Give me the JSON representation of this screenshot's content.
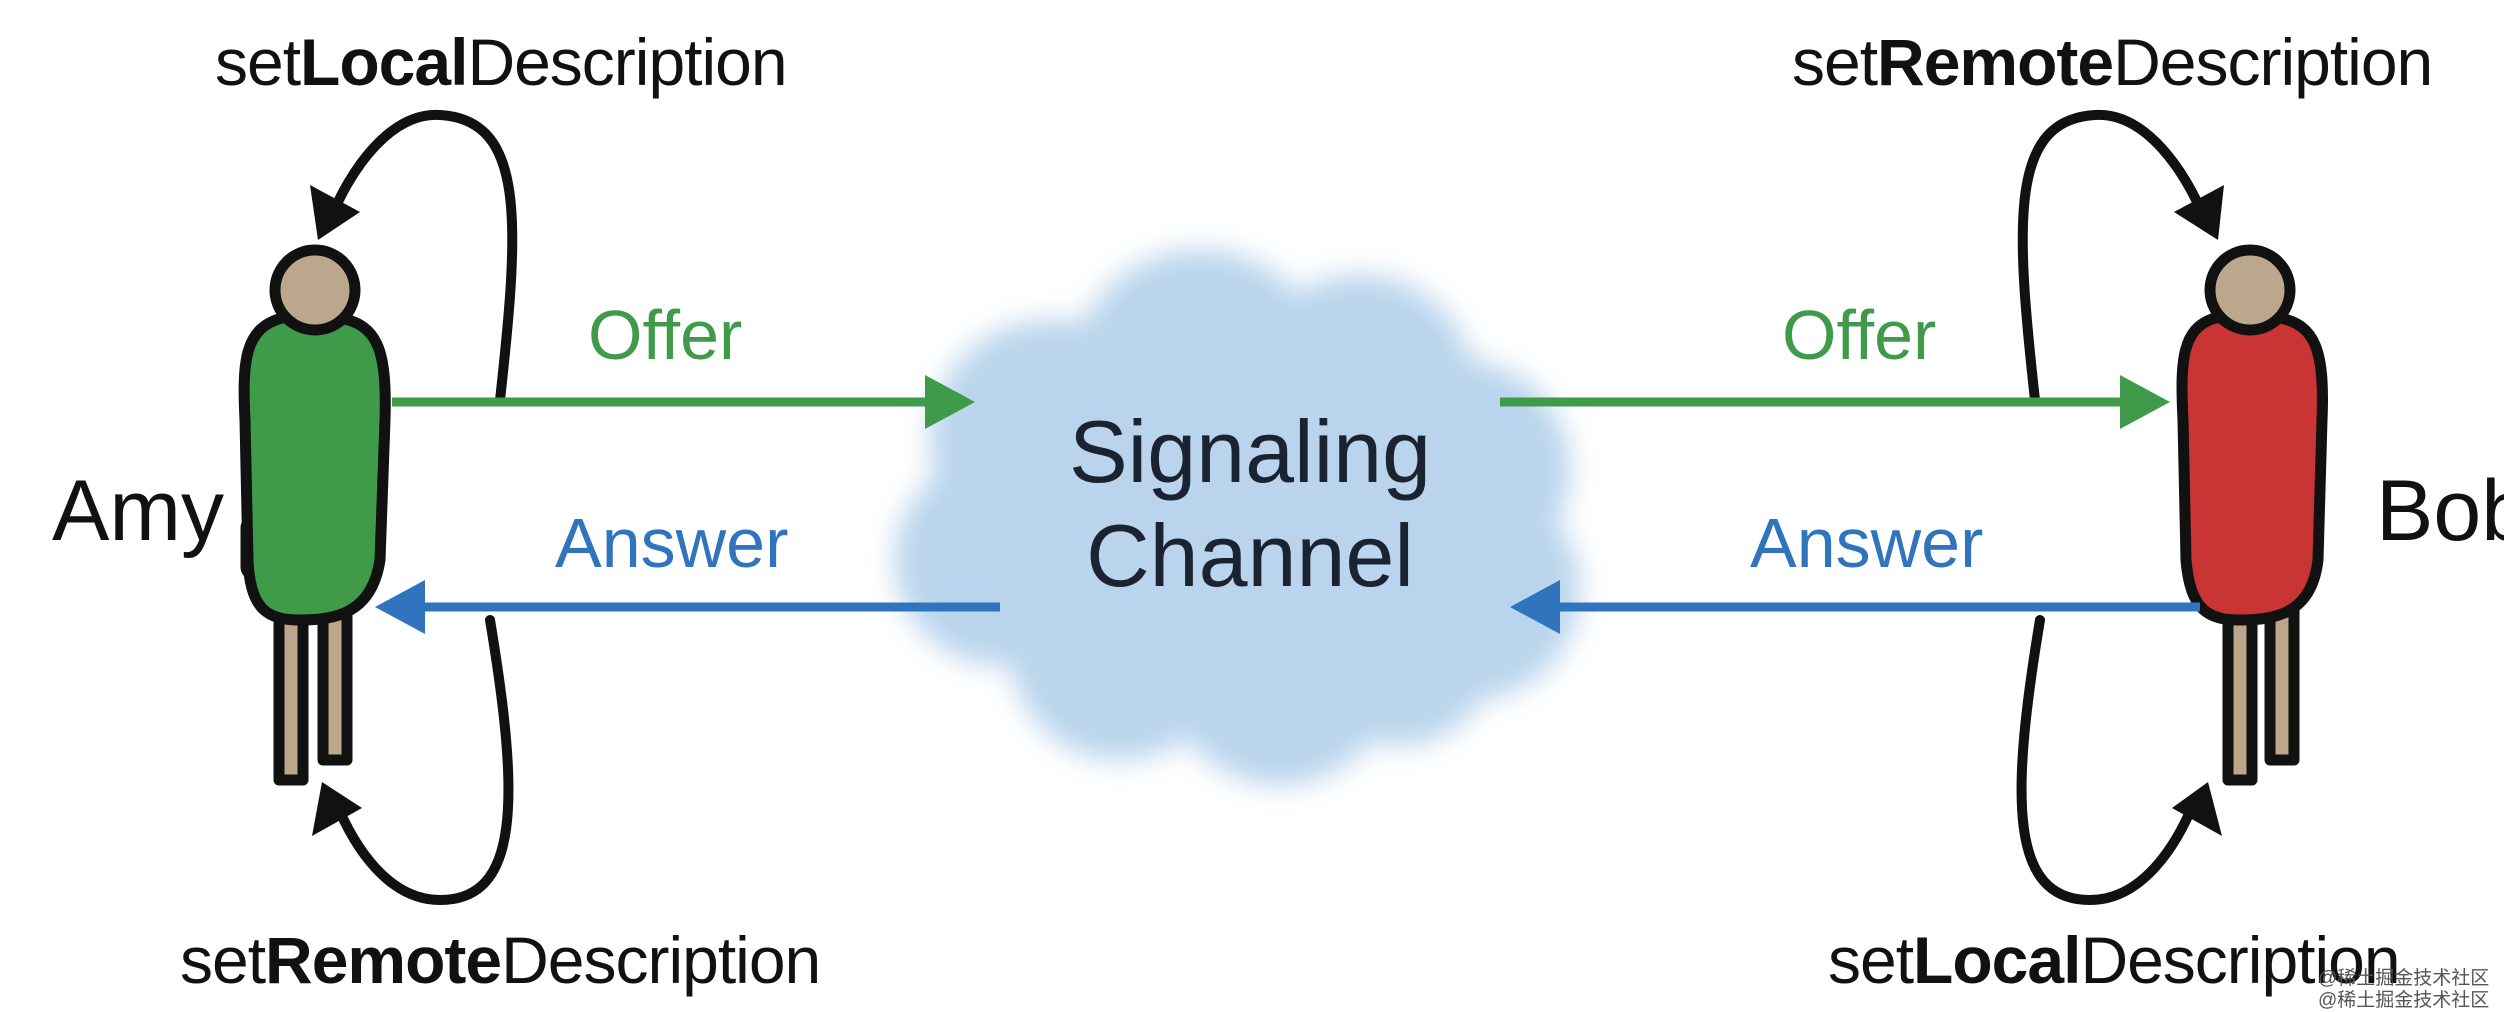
{
  "people": {
    "left": {
      "name": "Amy",
      "body_color": "#3f9a4a"
    },
    "right": {
      "name": "Bob",
      "body_color": "#c93434"
    }
  },
  "loops": {
    "amy_top": {
      "prefix": "set",
      "emphasis": "Local",
      "suffix": "Description"
    },
    "amy_bottom": {
      "prefix": "set",
      "emphasis": "Remote",
      "suffix": "Description"
    },
    "bob_top": {
      "prefix": "set",
      "emphasis": "Remote",
      "suffix": "Description"
    },
    "bob_bottom": {
      "prefix": "set",
      "emphasis": "Local",
      "suffix": "Description"
    }
  },
  "messages": {
    "offer_left": "Offer",
    "offer_right": "Offer",
    "answer_left": "Answer",
    "answer_right": "Answer"
  },
  "cloud": {
    "line1": "Signaling",
    "line2": "Channel",
    "color": "#b9d4ec"
  },
  "colors": {
    "offer": "#3f9a4a",
    "answer": "#2f74bd",
    "skin": "#bba88c",
    "outline": "#111111"
  },
  "watermark": {
    "line1": "@稀土掘金技术社区",
    "line2": "@稀土掘金技术社区"
  }
}
